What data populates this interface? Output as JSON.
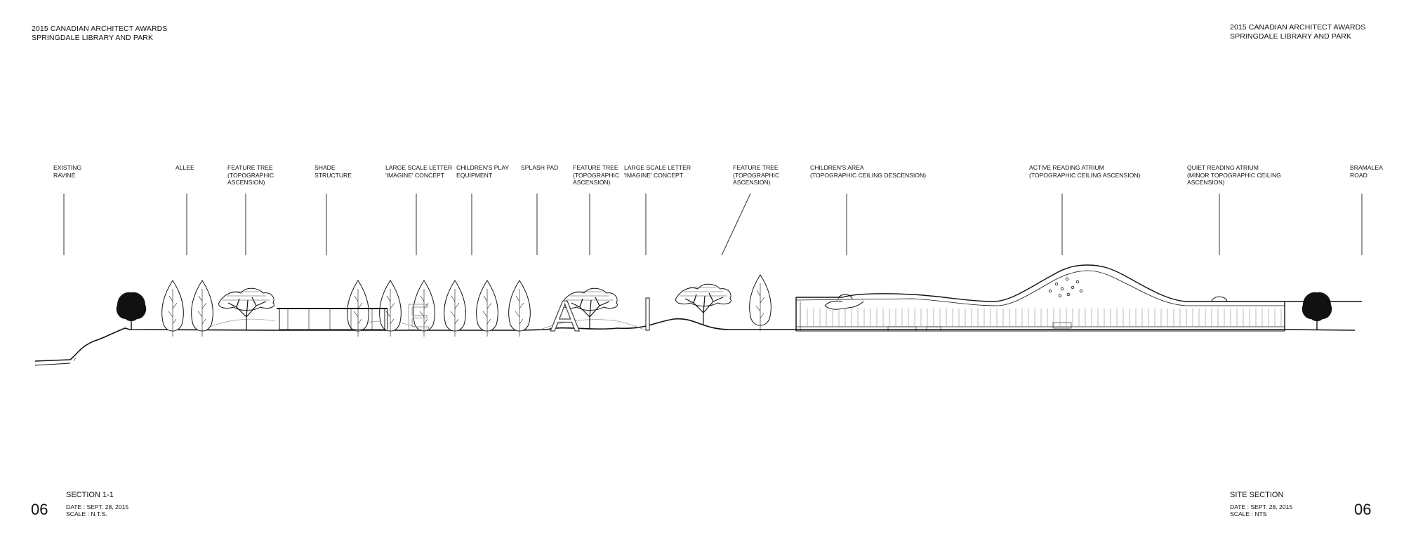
{
  "header_left": {
    "line1": "2015 CANADIAN ARCHITECT AWARDS",
    "line2": "SPRINGDALE LIBRARY AND PARK"
  },
  "header_right": {
    "line1": "2015 CANADIAN ARCHITECT AWARDS",
    "line2": "SPRINGDALE LIBRARY AND PARK"
  },
  "labels": [
    {
      "text": "EXISTING\nRAVINE"
    },
    {
      "text": "ALLEE"
    },
    {
      "text": "FEATURE TREE\n(TOPOGRAPHIC\nASCENSION)"
    },
    {
      "text": "SHADE\nSTRUCTURE"
    },
    {
      "text": "LARGE SCALE LETTER\n'IMAGINE' CONCEPT"
    },
    {
      "text": "CHILDREN'S PLAY\nEQUIPMENT"
    },
    {
      "text": "SPLASH PAD"
    },
    {
      "text": "FEATURE TREE\n(TOPOGRAPHIC\nASCENSION)"
    },
    {
      "text": "LARGE SCALE LETTER\n'IMAGINE' CONCEPT"
    },
    {
      "text": "FEATURE TREE\n(TOPOGRAPHIC\nASCENSION)"
    },
    {
      "text": "CHILDREN'S AREA\n(TOPOGRAPHIC CEILING DESCENSION)"
    },
    {
      "text": "ACTIVE READING ATRIUM\n(TOPOGRAPHIC CEILING ASCENSION)"
    },
    {
      "text": "QUIET READING ATRIUM\n(MINOR TOPOGRAPHIC CEILING\nASCENSION)"
    },
    {
      "text": "BRAMALEA\nROAD"
    }
  ],
  "footer_left": {
    "page_number": "06",
    "title": "SECTION 1-1",
    "date": "DATE : SEPT. 28, 2015",
    "scale": "SCALE : N.T.S."
  },
  "footer_right": {
    "page_number": "06",
    "title": "SITE SECTION",
    "date": "DATE : SEPT. 28, 2015",
    "scale": "SCALE : NTS"
  },
  "letters": {
    "letter_e": "E",
    "letter_a": "A"
  }
}
